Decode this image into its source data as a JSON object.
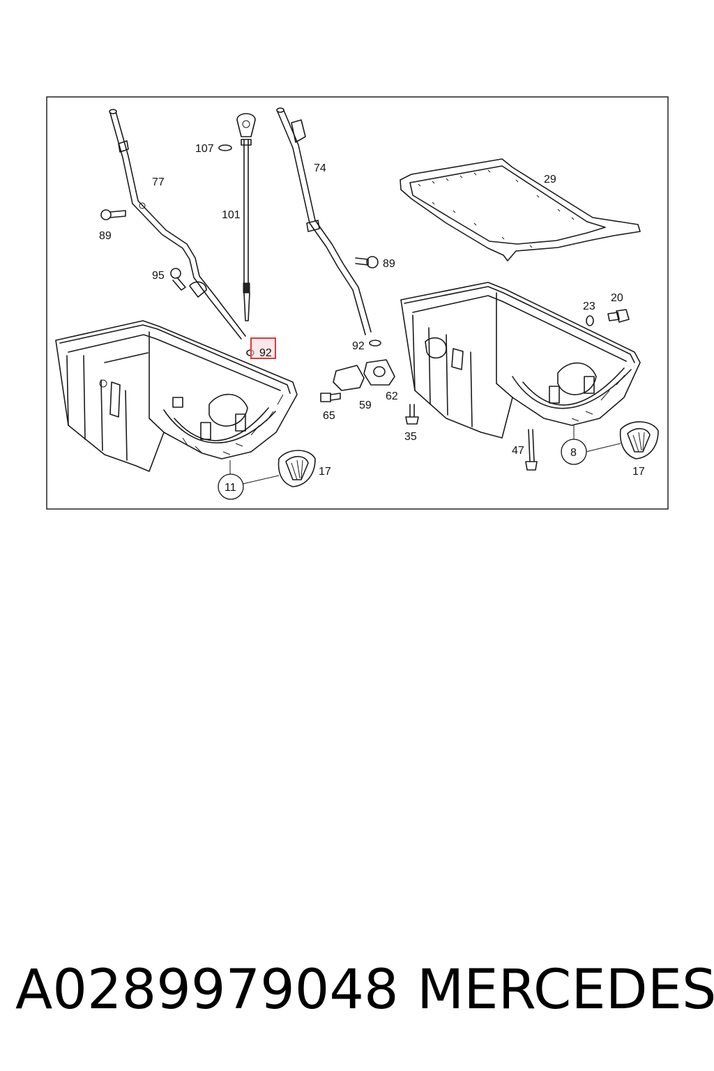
{
  "diagram": {
    "callouts": {
      "c107": "107",
      "c77": "77",
      "c74": "74",
      "c29": "29",
      "c101": "101",
      "c89a": "89",
      "c89b": "89",
      "c95": "95",
      "c92a": "92",
      "c92b": "92",
      "c23": "23",
      "c20": "20",
      "c59": "59",
      "c62": "62",
      "c65": "65",
      "c35": "35",
      "c47": "47",
      "c8": "8",
      "c11": "11",
      "c17a": "17",
      "c17b": "17"
    },
    "highlighted_callout": "92",
    "highlight_color": "#e0363a"
  },
  "footer": {
    "part_number": "A0289979048",
    "brand": "MERCEDES"
  }
}
